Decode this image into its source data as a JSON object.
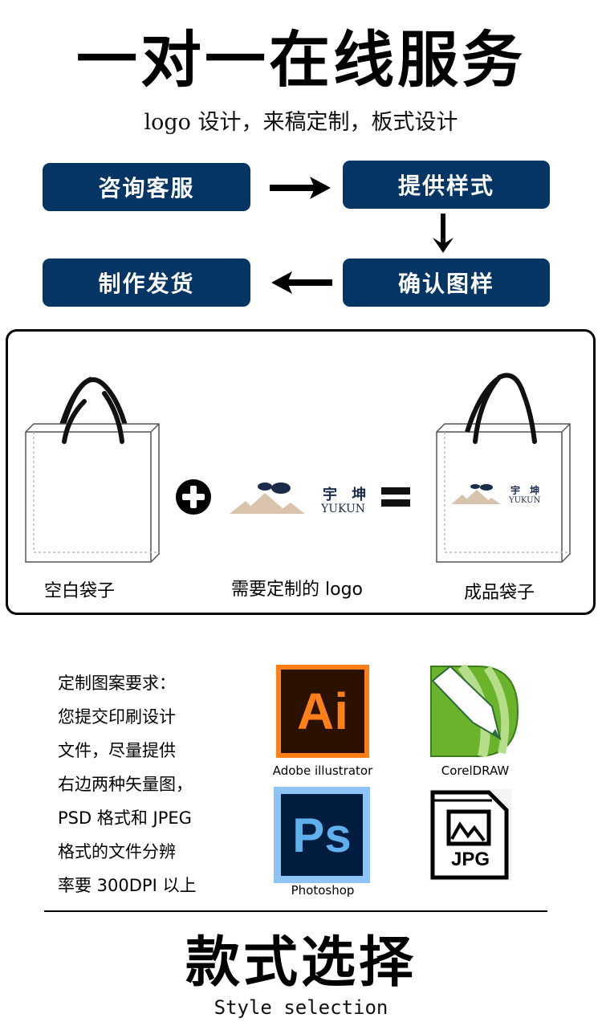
{
  "header": {
    "title": "一对一在线服务",
    "subtitle": "logo 设计，来稿定制，板式设计"
  },
  "flow": {
    "steps": [
      {
        "label": "咨询客服"
      },
      {
        "label": "提供样式"
      },
      {
        "label": "确认图样"
      },
      {
        "label": "制作发货"
      }
    ],
    "box_color": "#053565",
    "arrows": [
      "right-arrow",
      "down-arrow",
      "left-arrow"
    ]
  },
  "compare": {
    "blank_bag_label": "空白袋子",
    "operator_plus": "plus-icon",
    "logo_label": "需要定制的 logo",
    "operator_equals": "equals-icon",
    "final_bag_label": "成品袋子",
    "logo": {
      "name_cn": "宇 坤",
      "name_en": "YUKUN",
      "cloud_color": "#1c2b4a",
      "mountain_color": "#d8c4ad"
    }
  },
  "requirements": {
    "lines": [
      "定制图案要求：",
      "您提交印刷设计",
      "文件，尽量提供",
      "右边两种矢量图，",
      "PSD 格式和 JPEG",
      "格式的文件分辨",
      "率要 300DPI 以上"
    ]
  },
  "apps": [
    {
      "name": "Adobe illustrator",
      "glyph": "Ai",
      "bg": "#2b1100",
      "fg": "#ff7f18",
      "border": "#ff7f18"
    },
    {
      "name": "CorelDRAW",
      "glyph": "",
      "color": "#6ab42c"
    },
    {
      "name": "Photoshop",
      "glyph": "Ps",
      "bg": "#001c3f",
      "fg": "#5fb1ee",
      "border": "#8ec3f5"
    },
    {
      "name": "",
      "glyph": "JPG"
    }
  ],
  "footer": {
    "title": "款式选择",
    "subtitle": "Style selection"
  }
}
